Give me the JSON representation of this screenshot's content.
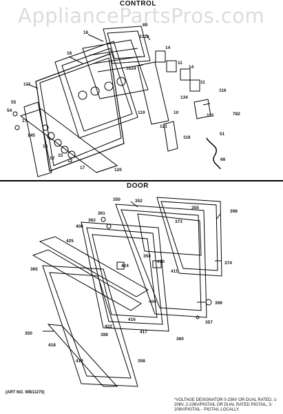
{
  "watermark": "AppliancePartsPros.com",
  "sections": {
    "control": "CONTROL",
    "door": "DOOR"
  },
  "control_labels": [
    "89",
    "16",
    "2310",
    "18",
    "14",
    "11",
    "14",
    "11",
    "1624",
    "117",
    "55",
    "54",
    "134",
    "116",
    "782",
    "115",
    "17",
    "145",
    "15",
    "12",
    "15",
    "12",
    "120",
    "17",
    "119",
    "121",
    "10",
    "118",
    "51",
    "68"
  ],
  "door_labels": [
    "350",
    "352",
    "355",
    "398",
    "361",
    "362",
    "373",
    "408",
    "425",
    "354",
    "374",
    "365",
    "424",
    "410",
    "411",
    "404",
    "399",
    "357",
    "350",
    "422",
    "398",
    "416",
    "417",
    "360",
    "418",
    "419",
    "358"
  ],
  "art_no": "(ART NO. WB11270)",
  "footnote": "*VOLTAGE DESIGNATOR 0-236V OR DUAL RATED, 1-208V, 2-236V/PIGTAIL OR DUAL RATED PIGTAIL, 3-208V/PIGTAIL - PIGTAIL LOCALLY."
}
